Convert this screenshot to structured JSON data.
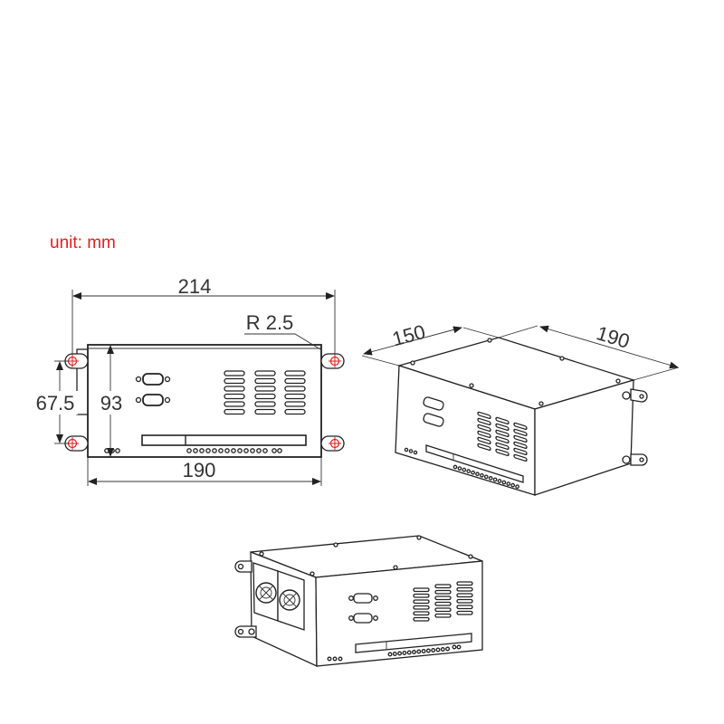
{
  "unit_label": "unit: mm",
  "front_view": {
    "width_overall": "214",
    "corner_radius": "R 2.5",
    "hole_spacing": "67.5",
    "height": "93",
    "width_body": "190"
  },
  "iso_view": {
    "depth": "150",
    "length": "190"
  },
  "colors": {
    "unit_text": "#e0201c",
    "hole_marker": "#e0201c",
    "lines": "#222222"
  }
}
